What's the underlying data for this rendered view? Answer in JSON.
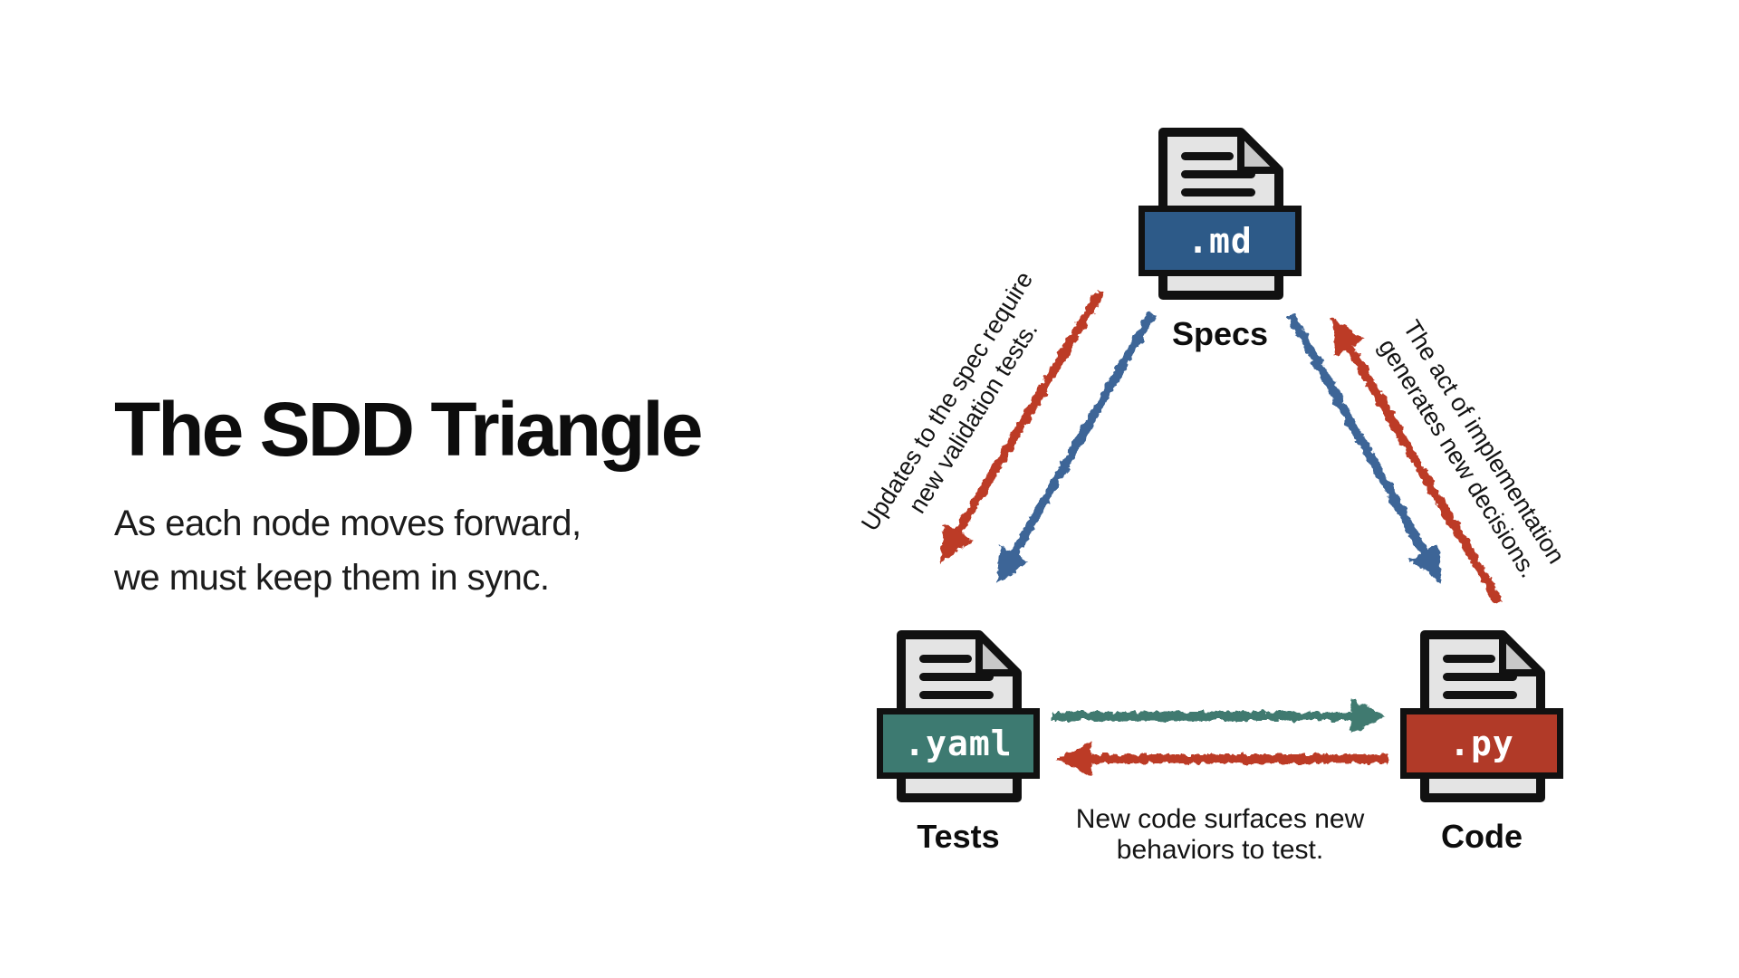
{
  "slide": {
    "title": "The SDD Triangle",
    "subtitle": [
      "As each node moves forward,",
      "we must keep them in sync."
    ]
  },
  "nodes": {
    "specs": {
      "extension": ".md",
      "label": "Specs",
      "banner_color": "#2d5a88"
    },
    "tests": {
      "extension": ".yaml",
      "label": "Tests",
      "banner_color": "#3d7a71"
    },
    "code": {
      "extension": ".py",
      "label": "Code",
      "banner_color": "#b13a28"
    }
  },
  "annotations": {
    "specs_to_tests": {
      "lines": [
        "Updates to the spec require",
        "new validation tests."
      ]
    },
    "code_to_specs": {
      "lines": [
        "The act of implementation",
        "generates new decisions."
      ]
    },
    "code_to_tests": {
      "lines": [
        "New code surfaces new",
        "behaviors to test."
      ]
    }
  },
  "colors": {
    "background": "#ffffff",
    "text": "#111111",
    "red_arrow": "#bc3a28",
    "blue_arrow": "#3c6597",
    "teal_arrow": "#3f7a70",
    "doc_fill": "#e4e4e4",
    "doc_fold": "#c8c8c8",
    "doc_outline": "#111111",
    "banner_text": "#ffffff"
  }
}
